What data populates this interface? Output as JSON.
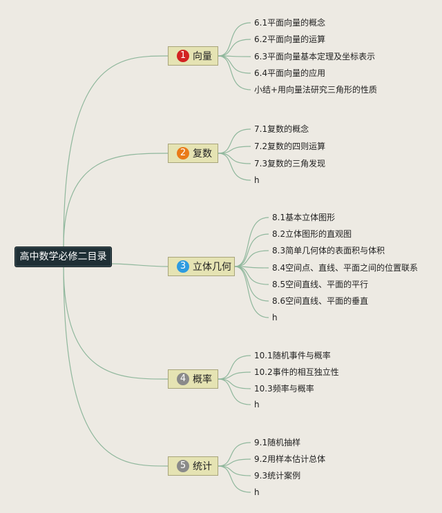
{
  "root": {
    "label": "高中数学必修二目录"
  },
  "colors": {
    "link": "#8fb79c",
    "badge_1": "#d22222",
    "badge_2": "#ea7a18",
    "badge_3": "#2d9be0",
    "badge_4": "#8a8a8a",
    "badge_5": "#8a8a8a"
  },
  "branches": [
    {
      "number": "1",
      "label": "向量",
      "items": [
        "6.1平面向量的概念",
        "6.2平面向量的运算",
        "6.3平面向量基本定理及坐标表示",
        "6.4平面向量的应用",
        "小结+用向量法研究三角形的性质"
      ]
    },
    {
      "number": "2",
      "label": "复数",
      "items": [
        "7.1复数的概念",
        "7.2复数的四则运算",
        "7.3复数的三角发现",
        "h"
      ]
    },
    {
      "number": "3",
      "label": "立体几何",
      "items": [
        "8.1基本立体图形",
        "8.2立体图形的直观图",
        "8.3简单几何体的表面积与体积",
        "8.4空间点、直线、平面之间的位置联系",
        "8.5空间直线、平面的平行",
        "8.6空间直线、平面的垂直",
        "h"
      ]
    },
    {
      "number": "4",
      "label": "概率",
      "items": [
        "10.1随机事件与概率",
        "10.2事件的相互独立性",
        "10.3频率与概率",
        "h"
      ]
    },
    {
      "number": "5",
      "label": "统计",
      "items": [
        "9.1随机抽样",
        "9.2用样本估计总体",
        "9.3统计案例",
        "h"
      ]
    }
  ]
}
